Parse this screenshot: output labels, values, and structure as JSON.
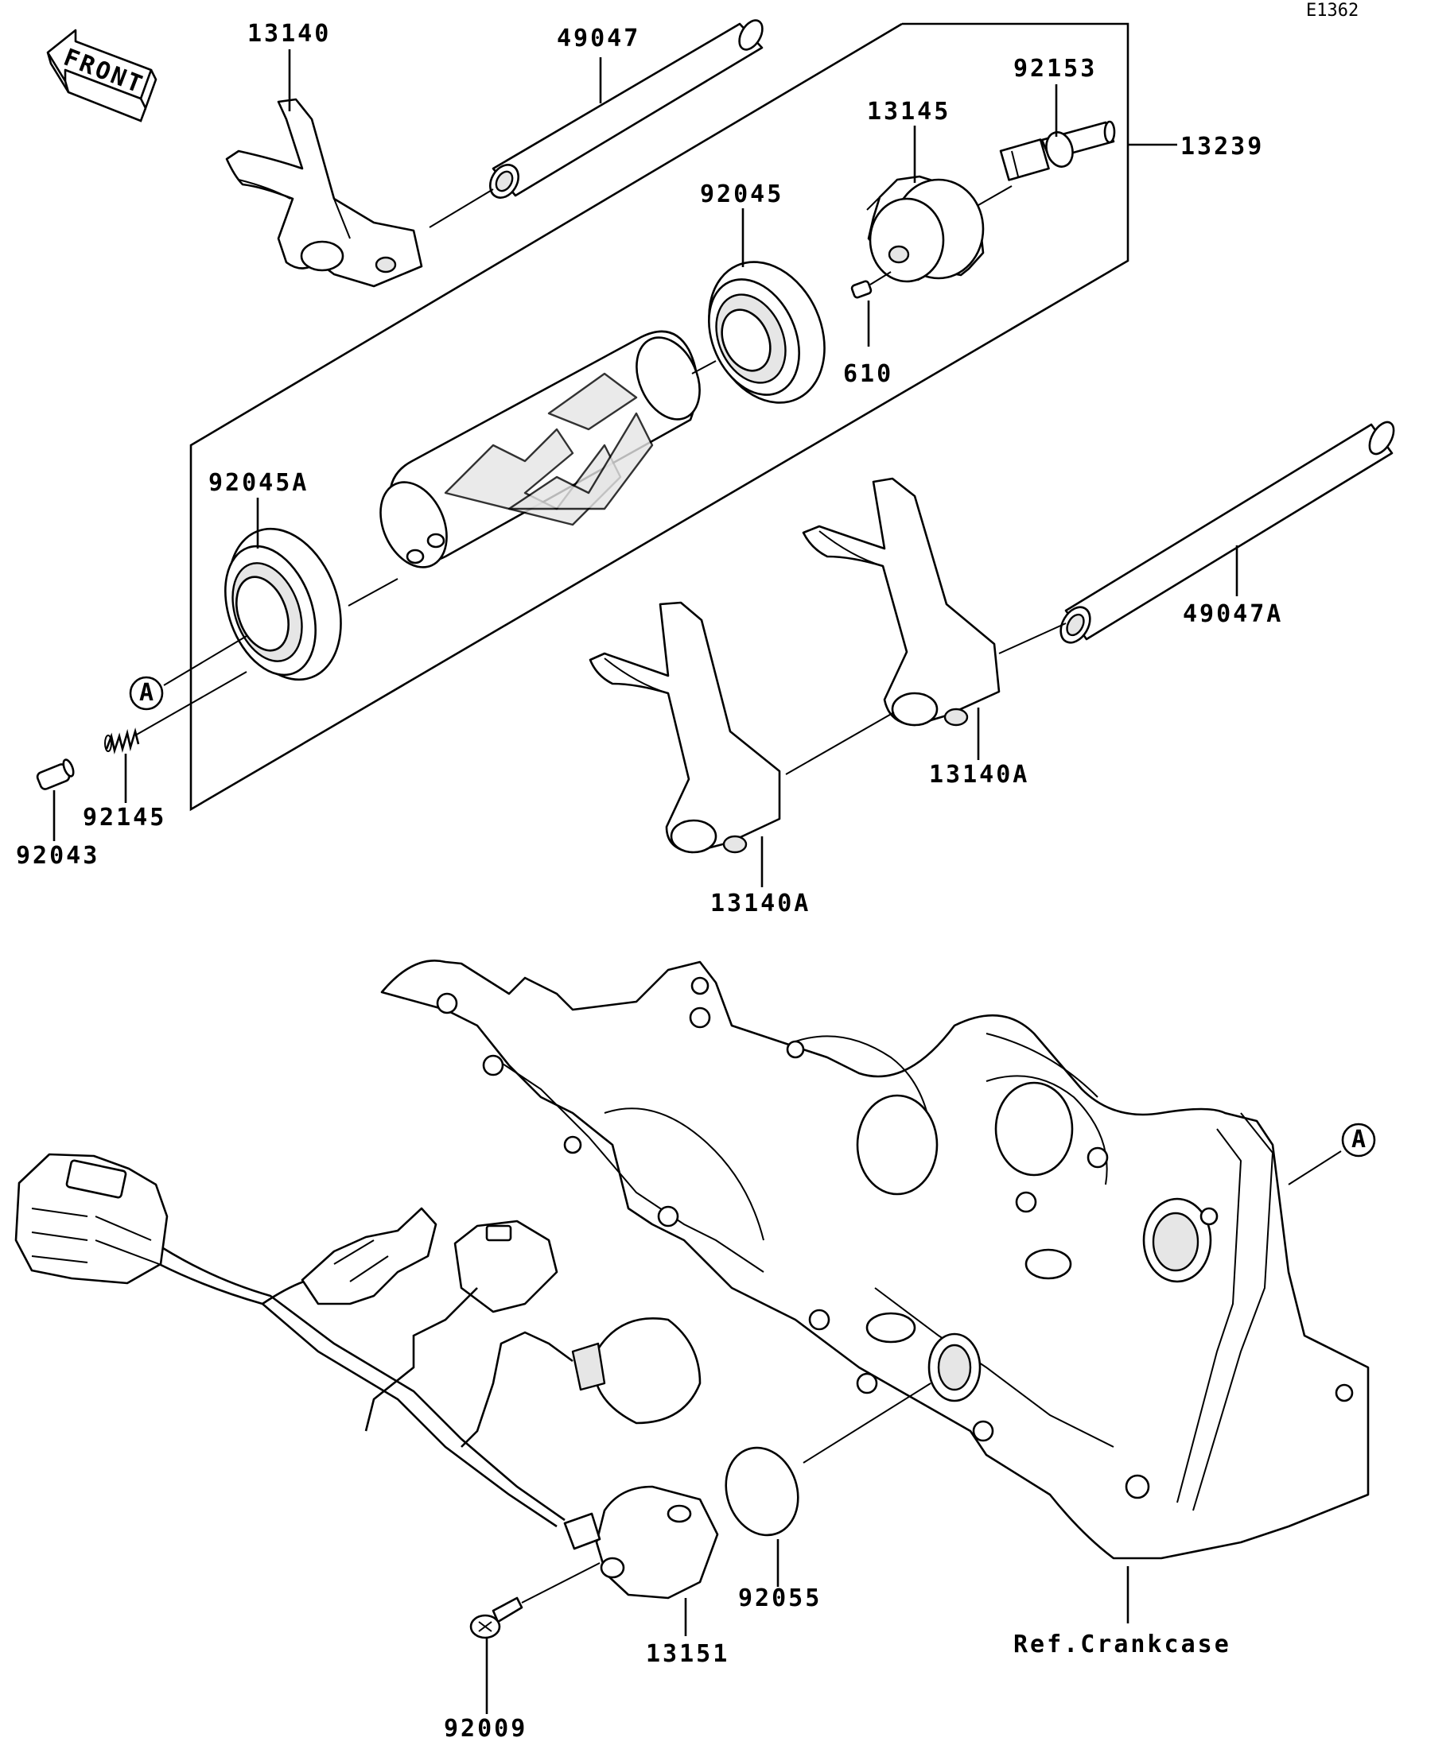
{
  "diagram_id": "E1362",
  "front_arrow_label": "FRONT",
  "callout_a": "A",
  "parts": {
    "p13140": "13140",
    "p49047": "49047",
    "p92153": "92153",
    "p13145": "13145",
    "p13239": "13239",
    "p92045": "92045",
    "p610": "610",
    "p92045A": "92045A",
    "p49047A": "49047A",
    "p92145": "92145",
    "p92043": "92043",
    "p13140A_1": "13140A",
    "p13140A_2": "13140A",
    "p92055": "92055",
    "p13151": "13151",
    "p92009": "92009",
    "ref_crankcase": "Ref.Crankcase"
  }
}
